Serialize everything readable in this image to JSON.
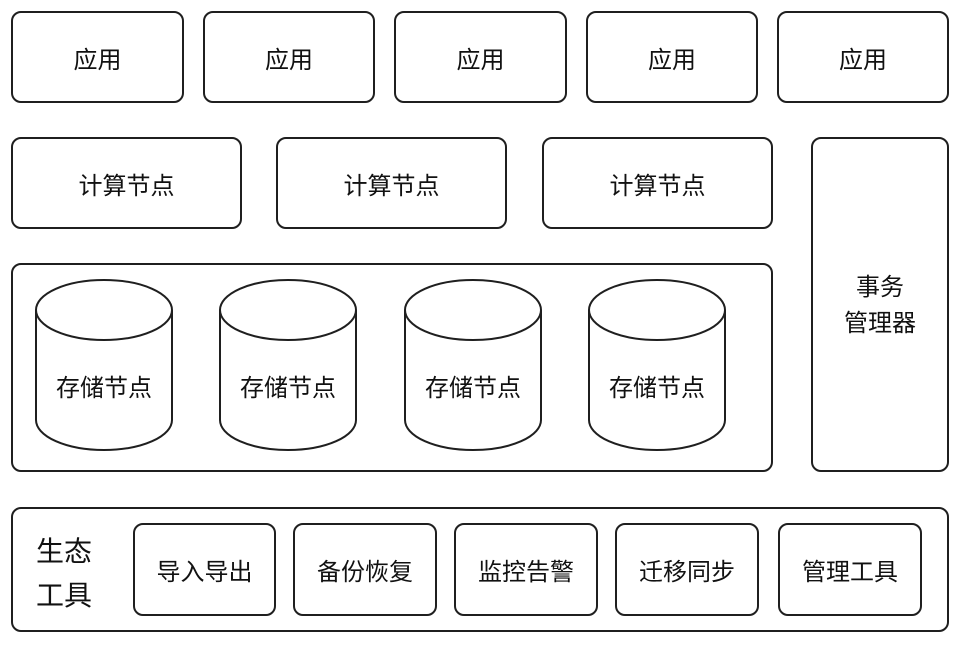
{
  "apps": [
    "应用",
    "应用",
    "应用",
    "应用",
    "应用"
  ],
  "compute_nodes": [
    "计算节点",
    "计算节点",
    "计算节点"
  ],
  "storage_nodes": [
    "存储节点",
    "存储节点",
    "存储节点",
    "存储节点"
  ],
  "transaction_manager": {
    "line1": "事务",
    "line2": "管理器"
  },
  "ecosystem": {
    "title_line1": "生态",
    "title_line2": "工具",
    "tools": [
      "导入导出",
      "备份恢复",
      "监控告警",
      "迁移同步",
      "管理工具"
    ]
  }
}
